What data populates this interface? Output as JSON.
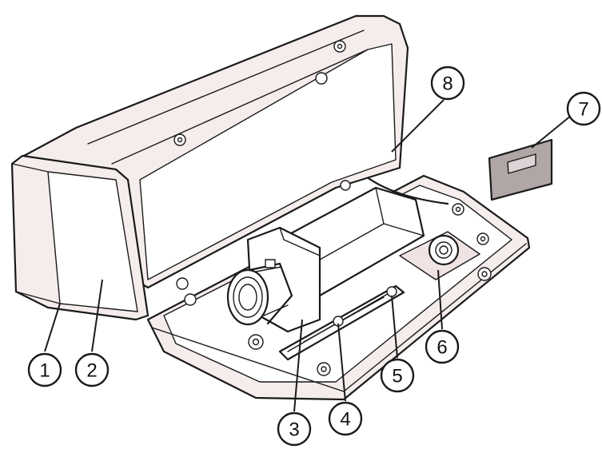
{
  "callouts": [
    {
      "id": "1",
      "label": "1"
    },
    {
      "id": "2",
      "label": "2"
    },
    {
      "id": "3",
      "label": "3"
    },
    {
      "id": "4",
      "label": "4"
    },
    {
      "id": "5",
      "label": "5"
    },
    {
      "id": "6",
      "label": "6"
    },
    {
      "id": "7",
      "label": "7"
    },
    {
      "id": "8",
      "label": "8"
    }
  ],
  "colors": {
    "line": "#1a1a1a",
    "housing_tint": "#f5ecec",
    "sticker": "#b0a6a6"
  }
}
